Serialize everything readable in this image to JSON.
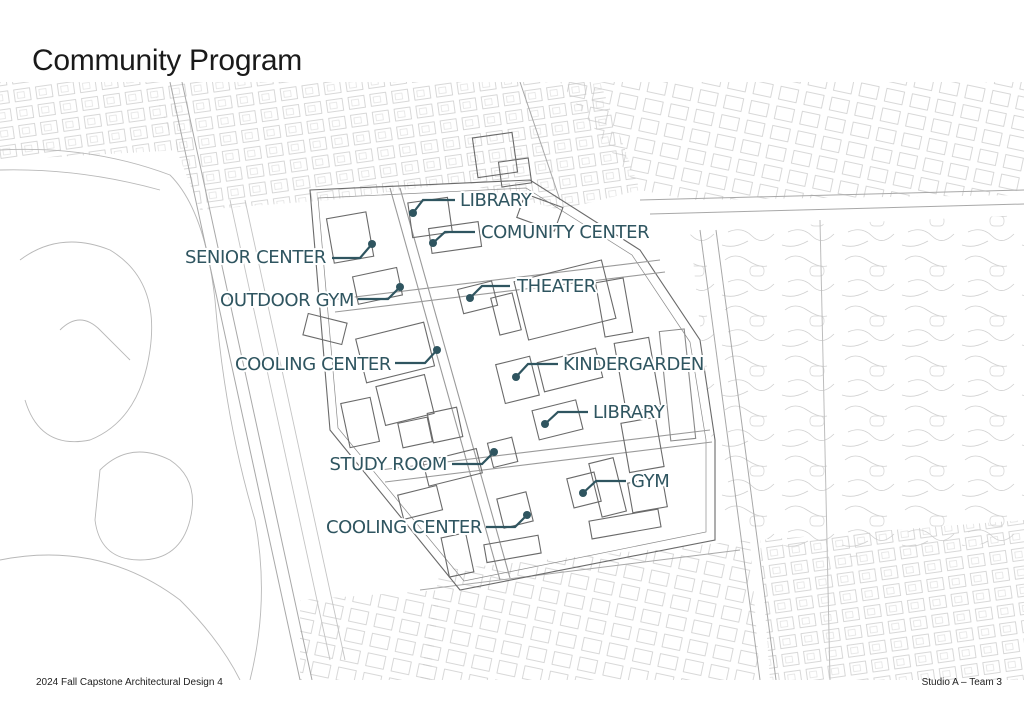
{
  "page": {
    "title": "Community Program",
    "footer_left": "2024 Fall Capstone Architectural Design 4",
    "footer_right": "Studio A – Team 3"
  },
  "colors": {
    "label": "#2f5560",
    "map_line": "#9a9a9a",
    "building": "#5a5a5a"
  },
  "program_labels": [
    "LIBRARY",
    "COMUNITY CENTER",
    "SENIOR CENTER",
    "THEATER",
    "OUTDOOR GYM",
    "COOLING CENTER",
    "KINDERGARDEN",
    "LIBRARY",
    "STUDY ROOM",
    "GYM",
    "COOLING CENTER"
  ]
}
